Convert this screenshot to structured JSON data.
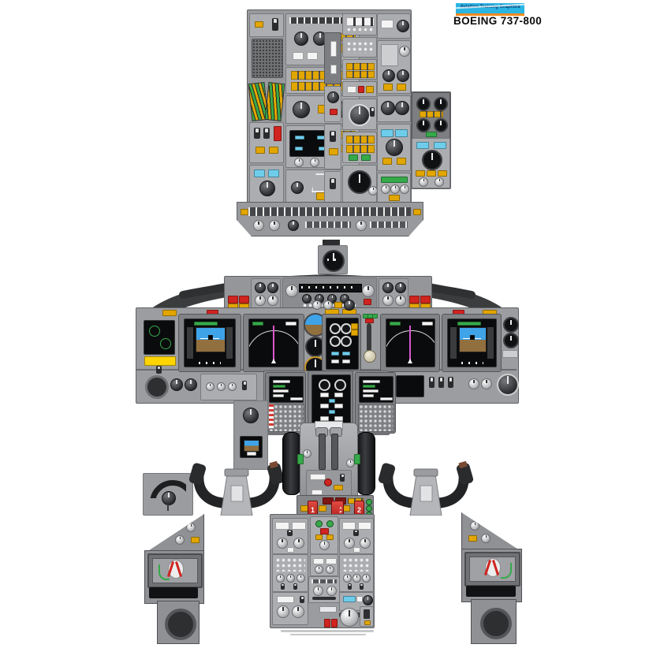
{
  "header": {
    "logo_text": "Aviation Training Graphics",
    "title": "BOEING 737-800"
  },
  "fire_panel": {
    "engine1": "1",
    "apu": "APU",
    "engine2": "2"
  },
  "colors": {
    "panel": "#9c9ea2",
    "panel_light": "#abadb0",
    "panel_dark": "#85878b",
    "panel_border": "#5f6164",
    "glareshield": "#3a3c3e",
    "screen": "#0a0b0c",
    "sky": "#3fa3e8",
    "ground": "#926f3e",
    "amber": "#e2a600",
    "green": "#36a94a",
    "red": "#cf241f",
    "cyan": "#6fcdec",
    "magenta": "#d957cf",
    "white": "#f4f4f4",
    "logo_cyan": "#2ab5e3",
    "logo_orange": "#f08a1e",
    "yellow": "#ffd400"
  }
}
